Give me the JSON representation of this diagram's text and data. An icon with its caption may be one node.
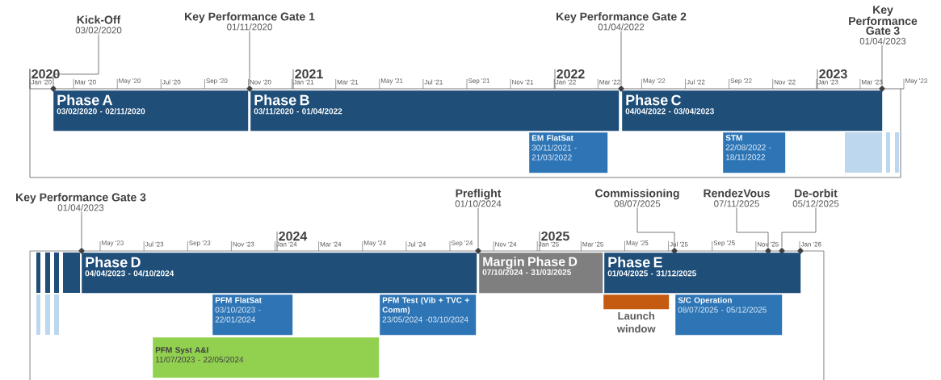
{
  "diagram": {
    "nodes": [
      {
        "text": [
          "Kick-Off",
          "03/02/2020"
        ]
      },
      {
        "text": [],
        "shape": "diamond"
      },
      {
        "text": [
          "Key Performance Gate 1",
          "01/11/2020"
        ]
      },
      {
        "text": [],
        "shape": "diamond"
      },
      {
        "text": [
          "Key Performance Gate 2",
          "01/04/2022"
        ]
      },
      {
        "text": [],
        "shape": "diamond"
      },
      {
        "text": [
          "Key Performance Gate 3",
          "01/04/2023"
        ]
      },
      {
        "text": [],
        "shape": "diamond"
      },
      {
        "text": [
          "Phase A",
          "03/02/2020 - 02/11/2020"
        ]
      },
      {
        "text": [
          "Phase B",
          "03/11/2020 - 01/04/2022"
        ]
      },
      {
        "text": [
          "Phase C",
          "04/04/2022 - 03/04/2023"
        ]
      },
      {
        "text": [
          "EM FlatSat",
          "30/11/2021 - 21/03/2022"
        ]
      },
      {
        "text": [
          "STM",
          "22/08/2022 - 18/11/2022"
        ]
      },
      {
        "text": [
          "Key Performance Gate 3",
          "01/04/2023"
        ]
      },
      {
        "text": [],
        "shape": "diamond"
      },
      {
        "text": [
          "Preflight",
          "01/10/2024"
        ]
      },
      {
        "text": [],
        "shape": "diamond"
      },
      {
        "text": [
          "Commissioning",
          "08/07/2025"
        ]
      },
      {
        "text": [],
        "shape": "diamond"
      },
      {
        "text": [
          "RendezVous",
          "07/11/2025"
        ]
      },
      {
        "text": [],
        "shape": "diamond"
      },
      {
        "text": [
          "De-orbit",
          "05/12/2025"
        ]
      },
      {
        "text": [],
        "shape": "diamond"
      },
      {
        "text": [],
        "shape": "diamond"
      },
      {
        "text": [
          "Phase D",
          "04/04/2023 - 04/10/2024"
        ]
      },
      {
        "text": [
          "Margin Phase D",
          "07/10/2024 - 31/03/2025"
        ]
      },
      {
        "text": [
          "Phase E",
          "01/04/2025 - 31/12/2025"
        ]
      },
      {
        "text": [
          "PFM FlatSat",
          "03/10/2023 - 22/01/2024"
        ]
      },
      {
        "text": [
          "PFM Test (Vib + TVC + Comm)",
          "23/05/2024 -03/10/2024"
        ]
      },
      {
        "text": [
          "Launch window"
        ]
      },
      {
        "text": [
          "S/C Operation",
          "08/07/2025 - 05/12/2025"
        ]
      },
      {
        "text": [
          "PFM Syst A&I",
          "11/07/2023 - 22/05/2024"
        ]
      }
    ],
    "edges": [
      {
        "from": 0,
        "to": 1,
        "arrow": "none"
      },
      {
        "from": 2,
        "to": 3,
        "arrow": "none"
      },
      {
        "from": 4,
        "to": 5,
        "arrow": "none"
      },
      {
        "from": 6,
        "to": 7,
        "arrow": "none"
      },
      {
        "from": 13,
        "to": 14,
        "arrow": "none"
      },
      {
        "from": 15,
        "to": 16,
        "arrow": "none"
      },
      {
        "from": 17,
        "to": 18,
        "arrow": "none"
      },
      {
        "from": 19,
        "to": 20,
        "arrow": "none"
      },
      {
        "from": 21,
        "to": 22,
        "arrow": "none"
      }
    ],
    "labels": [
      "2020",
      "2021",
      "2022",
      "2023",
      "Jan '20",
      "Mar '20",
      "May '20",
      "Jul '20",
      "Sep '20",
      "Nov '20",
      "Jan '21",
      "Mar '21",
      "May '21",
      "Jul '21",
      "Sep '21",
      "Nov '21",
      "Jan '22",
      "Mar '22",
      "May '22",
      "Jul '22",
      "Sep '22",
      "Nov '22",
      "Jan '23",
      "Mar '23",
      "May '23",
      "2024",
      "2025",
      "May '23",
      "Jul '23",
      "Sep '23",
      "Nov '23",
      "Jan '24",
      "Mar '24",
      "May '24",
      "Jul '24",
      "Sep '24",
      "Nov '24",
      "Jan '25",
      "Mar '25",
      "May '25",
      "Jul '25",
      "Sep '25",
      "Nov '25",
      "Jan '26"
    ]
  }
}
